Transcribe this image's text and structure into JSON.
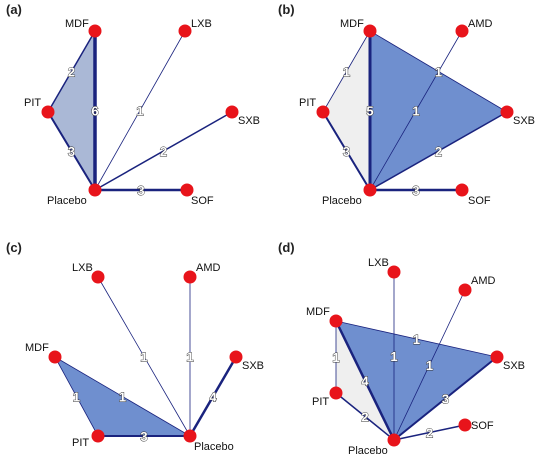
{
  "colors": {
    "node": "#e8141b",
    "edge": "#1a237e",
    "triangle_fill_light": "#aab8d6",
    "triangle_fill_dark": "#6f8fcf",
    "triangle_fill_grey": "#efefef",
    "background": "#ffffff"
  },
  "panels": [
    {
      "id": "a",
      "label": "(a)",
      "nodes": [
        {
          "id": "MDF",
          "label": "MDF"
        },
        {
          "id": "LXB",
          "label": "LXB"
        },
        {
          "id": "PIT",
          "label": "PIT"
        },
        {
          "id": "SXB",
          "label": "SXB"
        },
        {
          "id": "Placebo",
          "label": "Placebo"
        },
        {
          "id": "SOF",
          "label": "SOF"
        }
      ],
      "edges": [
        {
          "from": "MDF",
          "to": "PIT",
          "count": "2"
        },
        {
          "from": "MDF",
          "to": "Placebo",
          "count": "6"
        },
        {
          "from": "PIT",
          "to": "Placebo",
          "count": "3"
        },
        {
          "from": "LXB",
          "to": "Placebo",
          "count": "1"
        },
        {
          "from": "SXB",
          "to": "Placebo",
          "count": "2"
        },
        {
          "from": "Placebo",
          "to": "SOF",
          "count": "3"
        }
      ]
    },
    {
      "id": "b",
      "label": "(b)",
      "nodes": [
        {
          "id": "MDF",
          "label": "MDF"
        },
        {
          "id": "AMD",
          "label": "AMD"
        },
        {
          "id": "PIT",
          "label": "PIT"
        },
        {
          "id": "SXB",
          "label": "SXB"
        },
        {
          "id": "Placebo",
          "label": "Placebo"
        },
        {
          "id": "SOF",
          "label": "SOF"
        }
      ],
      "edges": [
        {
          "from": "MDF",
          "to": "PIT",
          "count": "1"
        },
        {
          "from": "MDF",
          "to": "Placebo",
          "count": "5"
        },
        {
          "from": "MDF",
          "to": "SXB",
          "count": "1"
        },
        {
          "from": "AMD",
          "to": "Placebo",
          "count": "1"
        },
        {
          "from": "PIT",
          "to": "Placebo",
          "count": "3"
        },
        {
          "from": "SXB",
          "to": "Placebo",
          "count": "2"
        },
        {
          "from": "Placebo",
          "to": "SOF",
          "count": "3"
        }
      ]
    },
    {
      "id": "c",
      "label": "(c)",
      "nodes": [
        {
          "id": "LXB",
          "label": "LXB"
        },
        {
          "id": "AMD",
          "label": "AMD"
        },
        {
          "id": "MDF",
          "label": "MDF"
        },
        {
          "id": "SXB",
          "label": "SXB"
        },
        {
          "id": "PIT",
          "label": "PIT"
        },
        {
          "id": "Placebo",
          "label": "Placebo"
        }
      ],
      "edges": [
        {
          "from": "LXB",
          "to": "Placebo",
          "count": "1"
        },
        {
          "from": "AMD",
          "to": "Placebo",
          "count": "1"
        },
        {
          "from": "MDF",
          "to": "PIT",
          "count": "1"
        },
        {
          "from": "MDF",
          "to": "Placebo",
          "count": "1"
        },
        {
          "from": "SXB",
          "to": "Placebo",
          "count": "4"
        },
        {
          "from": "PIT",
          "to": "Placebo",
          "count": "3"
        }
      ]
    },
    {
      "id": "d",
      "label": "(d)",
      "nodes": [
        {
          "id": "LXB",
          "label": "LXB"
        },
        {
          "id": "AMD",
          "label": "AMD"
        },
        {
          "id": "MDF",
          "label": "MDF"
        },
        {
          "id": "SXB",
          "label": "SXB"
        },
        {
          "id": "PIT",
          "label": "PIT"
        },
        {
          "id": "SOF",
          "label": "SOF"
        },
        {
          "id": "Placebo",
          "label": "Placebo"
        }
      ],
      "edges": [
        {
          "from": "MDF",
          "to": "SXB",
          "count": "1"
        },
        {
          "from": "MDF",
          "to": "PIT",
          "count": "1"
        },
        {
          "from": "MDF",
          "to": "Placebo",
          "count": "4"
        },
        {
          "from": "LXB",
          "to": "Placebo",
          "count": "1"
        },
        {
          "from": "AMD",
          "to": "Placebo",
          "count": "1"
        },
        {
          "from": "SXB",
          "to": "Placebo",
          "count": "3"
        },
        {
          "from": "PIT",
          "to": "Placebo",
          "count": "2"
        },
        {
          "from": "SOF",
          "to": "Placebo",
          "count": "2"
        }
      ]
    }
  ]
}
